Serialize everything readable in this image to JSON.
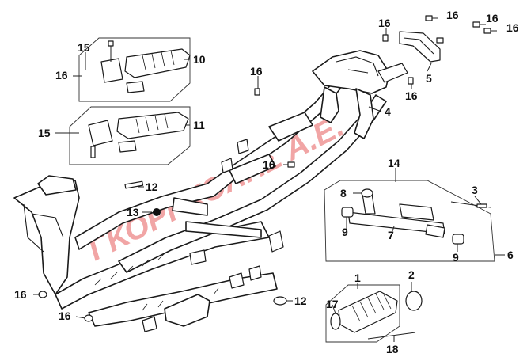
{
  "watermark": {
    "text": "ΓΚΟΡΓΚΟΛΗΣ Α.Ε.",
    "color": "#e23a3a"
  },
  "callouts": {
    "c1": "1",
    "c2": "2",
    "c3": "3",
    "c4": "4",
    "c5": "5",
    "c6": "6",
    "c7": "7",
    "c8": "8",
    "c9a": "9",
    "c9b": "9",
    "c10": "10",
    "c11": "11",
    "c12a": "12",
    "c12b": "12",
    "c13": "13",
    "c14": "14",
    "c15a": "15",
    "c15b": "15",
    "c16a": "16",
    "c16b": "16",
    "c16c": "16",
    "c16d": "16",
    "c16e": "16",
    "c16f": "16",
    "c16g": "16",
    "c16h": "16",
    "c16i": "16",
    "c16j": "16",
    "c17": "17",
    "c18": "18"
  }
}
